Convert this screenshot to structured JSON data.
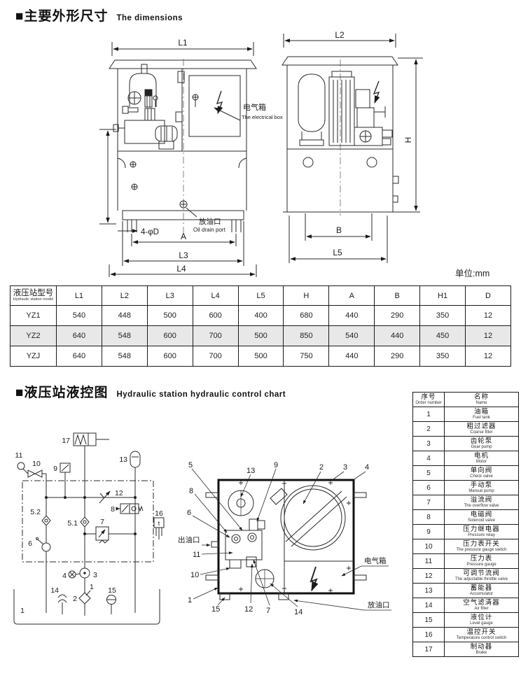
{
  "sections": {
    "dimensions": {
      "title_zh": "■主要外形尺寸",
      "title_en": "The  dimensions"
    },
    "control": {
      "title_zh": "■液压站液控图",
      "title_en": "Hydraulic station hydraulic control chart"
    }
  },
  "unit_note": "单位:mm",
  "front_view": {
    "dims": {
      "l1": "L1",
      "a": "A",
      "l3": "L3",
      "l4": "L4"
    },
    "bolt_note": "4-φD",
    "electrical_box_zh": "电气箱",
    "electrical_box_en": "The electrical box",
    "oil_drain_zh": "放油口",
    "oil_drain_en": "Oil drain port"
  },
  "side_view": {
    "dims": {
      "l2": "L2",
      "h": "H",
      "b": "B",
      "l5": "L5"
    }
  },
  "dim_table": {
    "model_header_zh": "液压站型号",
    "model_header_en": "Hydraulic station model",
    "columns": [
      "L1",
      "L2",
      "L3",
      "L4",
      "L5",
      "H",
      "A",
      "B",
      "H1",
      "D"
    ],
    "rows": [
      {
        "model": "YZ1",
        "values": [
          "540",
          "448",
          "500",
          "600",
          "400",
          "680",
          "440",
          "290",
          "350",
          "12"
        ]
      },
      {
        "model": "YZ2",
        "values": [
          "640",
          "548",
          "600",
          "700",
          "500",
          "850",
          "540",
          "440",
          "450",
          "12"
        ]
      },
      {
        "model": "YZJ",
        "values": [
          "640",
          "548",
          "600",
          "700",
          "500",
          "750",
          "440",
          "290",
          "350",
          "12"
        ]
      }
    ]
  },
  "schematic": {
    "t_symbol": "t",
    "labels": {
      "c17": "17",
      "c11": "11",
      "c10": "10",
      "c9": "9",
      "c13": "13",
      "c12": "12",
      "c8": "8",
      "c16": "16",
      "c52": "5.2",
      "c51": "5.1",
      "c7": "7",
      "c6": "6",
      "c4": "4",
      "c3": "3",
      "c1a": "1",
      "c2": "2",
      "c14": "14",
      "c15": "15",
      "c1b": "1"
    }
  },
  "top_view": {
    "callouts": {
      "c5": "5",
      "c13": "13",
      "c9": "9",
      "c2": "2",
      "c3": "3",
      "c4": "4",
      "c8": "8",
      "c6": "6",
      "c11": "11",
      "c10": "10",
      "c1": "1",
      "c15": "15",
      "c12": "12",
      "c7": "7",
      "c14": "14"
    },
    "outlet_label": "出油口",
    "electrical_box_label": "电气箱",
    "drain_label": "放油口"
  },
  "parts_table": {
    "header": {
      "no_zh": "序号",
      "no_en": "Order number",
      "name_zh": "名称",
      "name_en": "Name"
    },
    "rows": [
      {
        "no": "1",
        "zh": "油箱",
        "en": "Fuel tank"
      },
      {
        "no": "2",
        "zh": "粗过滤器",
        "en": "Coarse filter"
      },
      {
        "no": "3",
        "zh": "齿轮泵",
        "en": "Gear pump"
      },
      {
        "no": "4",
        "zh": "电机",
        "en": "Motor"
      },
      {
        "no": "5",
        "zh": "单向阀",
        "en": "Check valve"
      },
      {
        "no": "6",
        "zh": "手动泵",
        "en": "Manual pump"
      },
      {
        "no": "7",
        "zh": "溢流阀",
        "en": "The overflow valve"
      },
      {
        "no": "8",
        "zh": "电磁阀",
        "en": "Solenoid valve"
      },
      {
        "no": "9",
        "zh": "压力继电器",
        "en": "Pressure relay"
      },
      {
        "no": "10",
        "zh": "压力表开关",
        "en": "The pressure gauge switch"
      },
      {
        "no": "11",
        "zh": "压力表",
        "en": "Pressure gauge"
      },
      {
        "no": "12",
        "zh": "可调节流阀",
        "en": "The adjustable throttle valve"
      },
      {
        "no": "13",
        "zh": "蓄能器",
        "en": "Accumulator"
      },
      {
        "no": "14",
        "zh": "空气滤清器",
        "en": "Air filter"
      },
      {
        "no": "15",
        "zh": "液位计",
        "en": "Level gauge"
      },
      {
        "no": "16",
        "zh": "温控开关",
        "en": "Temperature control switch"
      },
      {
        "no": "17",
        "zh": "制动器",
        "en": "Brake"
      }
    ]
  }
}
